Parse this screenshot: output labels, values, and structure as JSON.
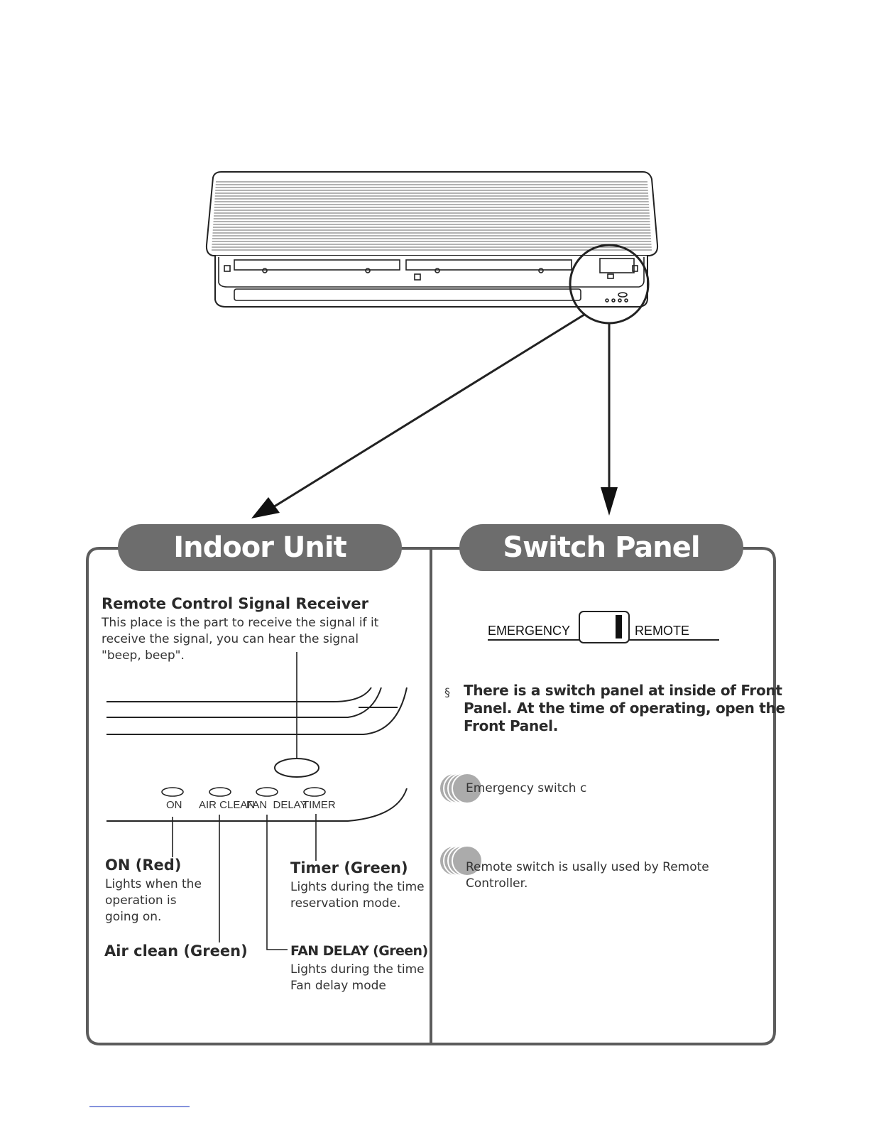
{
  "sections": {
    "indoor_display": {
      "title": "Indoor Unit Display"
    },
    "switch_panel": {
      "title": "Switch Panel"
    }
  },
  "receiver": {
    "heading": "Remote Control Signal Receiver",
    "line1": "This place is the part to receive the signal if it",
    "line2": "receive the signal, you can hear the signal",
    "line3": "\"beep, beep\"."
  },
  "leds": {
    "on_label": "ON",
    "air_clean_label": "AIR CLEAN",
    "fan_delay_label": "FAN  DELAY",
    "timer_label": "TIMER"
  },
  "callouts": {
    "on": {
      "heading": "ON (Red)",
      "line1": "Lights when the",
      "line2": "operation is",
      "line3": "going on."
    },
    "air_clean": {
      "heading": "Air clean (Green)"
    },
    "timer": {
      "heading": "Timer (Green)",
      "line1": "Lights during the time",
      "line2": "reservation mode."
    },
    "fan_delay": {
      "heading": "FAN DELAY (Green)",
      "line1": "Lights during the time",
      "line2": "Fan delay mode"
    }
  },
  "switch_panel": {
    "emergency_label": "EMERGENCY",
    "remote_label": "REMOTE",
    "bullet_symbol": "§",
    "note_line1": "There is a switch panel at inside of Front",
    "note_line2": "Panel. At the time of operating, open the",
    "note_line3": "Front Panel.",
    "item1": "Emergency switch c",
    "item2_line1": "Remote switch is usally used by Remote",
    "item2_line2": "Controller."
  },
  "colors": {
    "title_bg": "#6d6d6d",
    "frame": "#555555",
    "bullet": "#ababab"
  }
}
